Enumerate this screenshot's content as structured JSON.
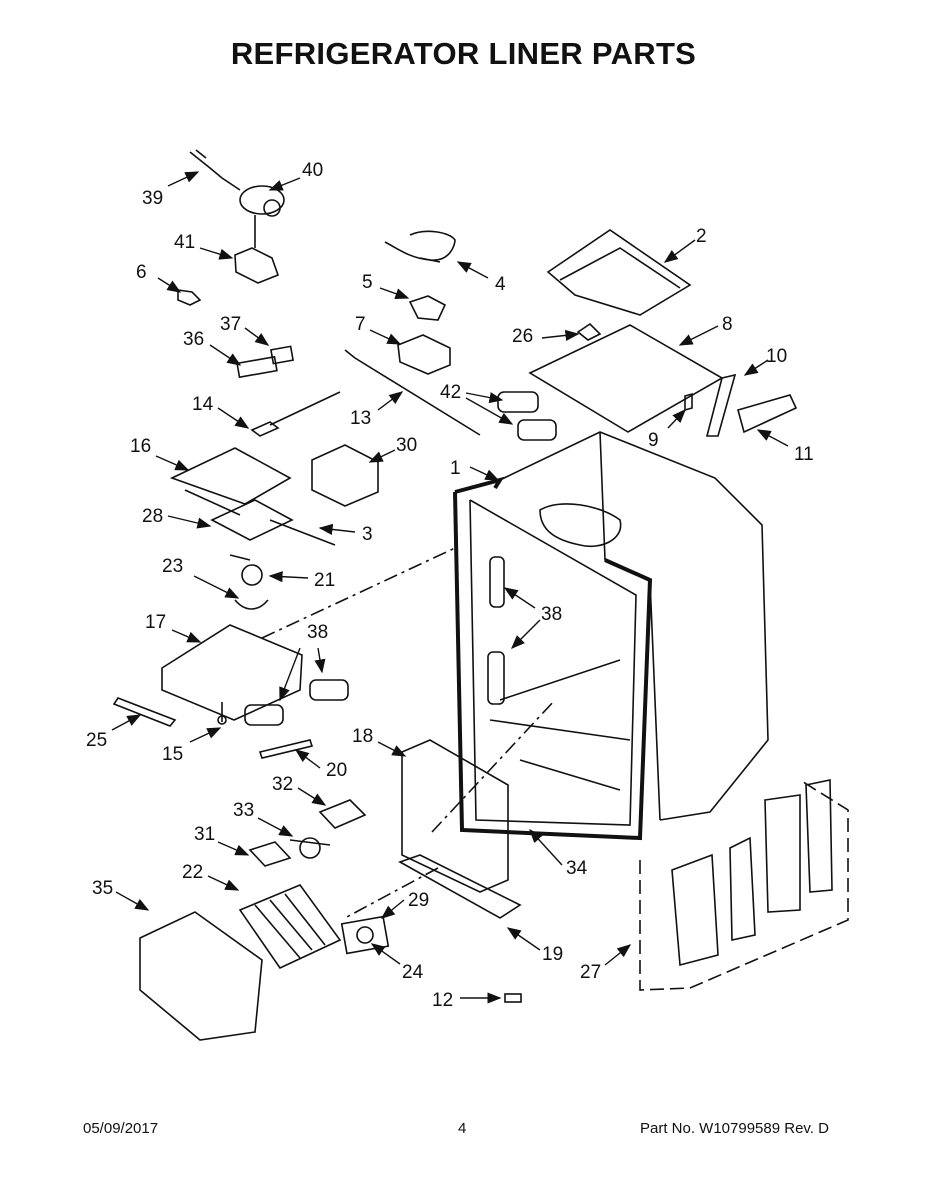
{
  "page": {
    "title": "REFRIGERATOR LINER PARTS"
  },
  "callouts": [
    "39",
    "40",
    "41",
    "6",
    "4",
    "2",
    "5",
    "7",
    "37",
    "36",
    "26",
    "8",
    "13",
    "42",
    "10",
    "9",
    "14",
    "11",
    "16",
    "30",
    "1",
    "28",
    "3",
    "23",
    "21",
    "38",
    "17",
    "38",
    "25",
    "15",
    "20",
    "18",
    "32",
    "33",
    "31",
    "34",
    "22",
    "29",
    "35",
    "19",
    "24",
    "27",
    "12"
  ],
  "footer": {
    "date": "05/09/2017",
    "page_number": "4",
    "part_number": "Part No.  W10799589  Rev.  D"
  }
}
